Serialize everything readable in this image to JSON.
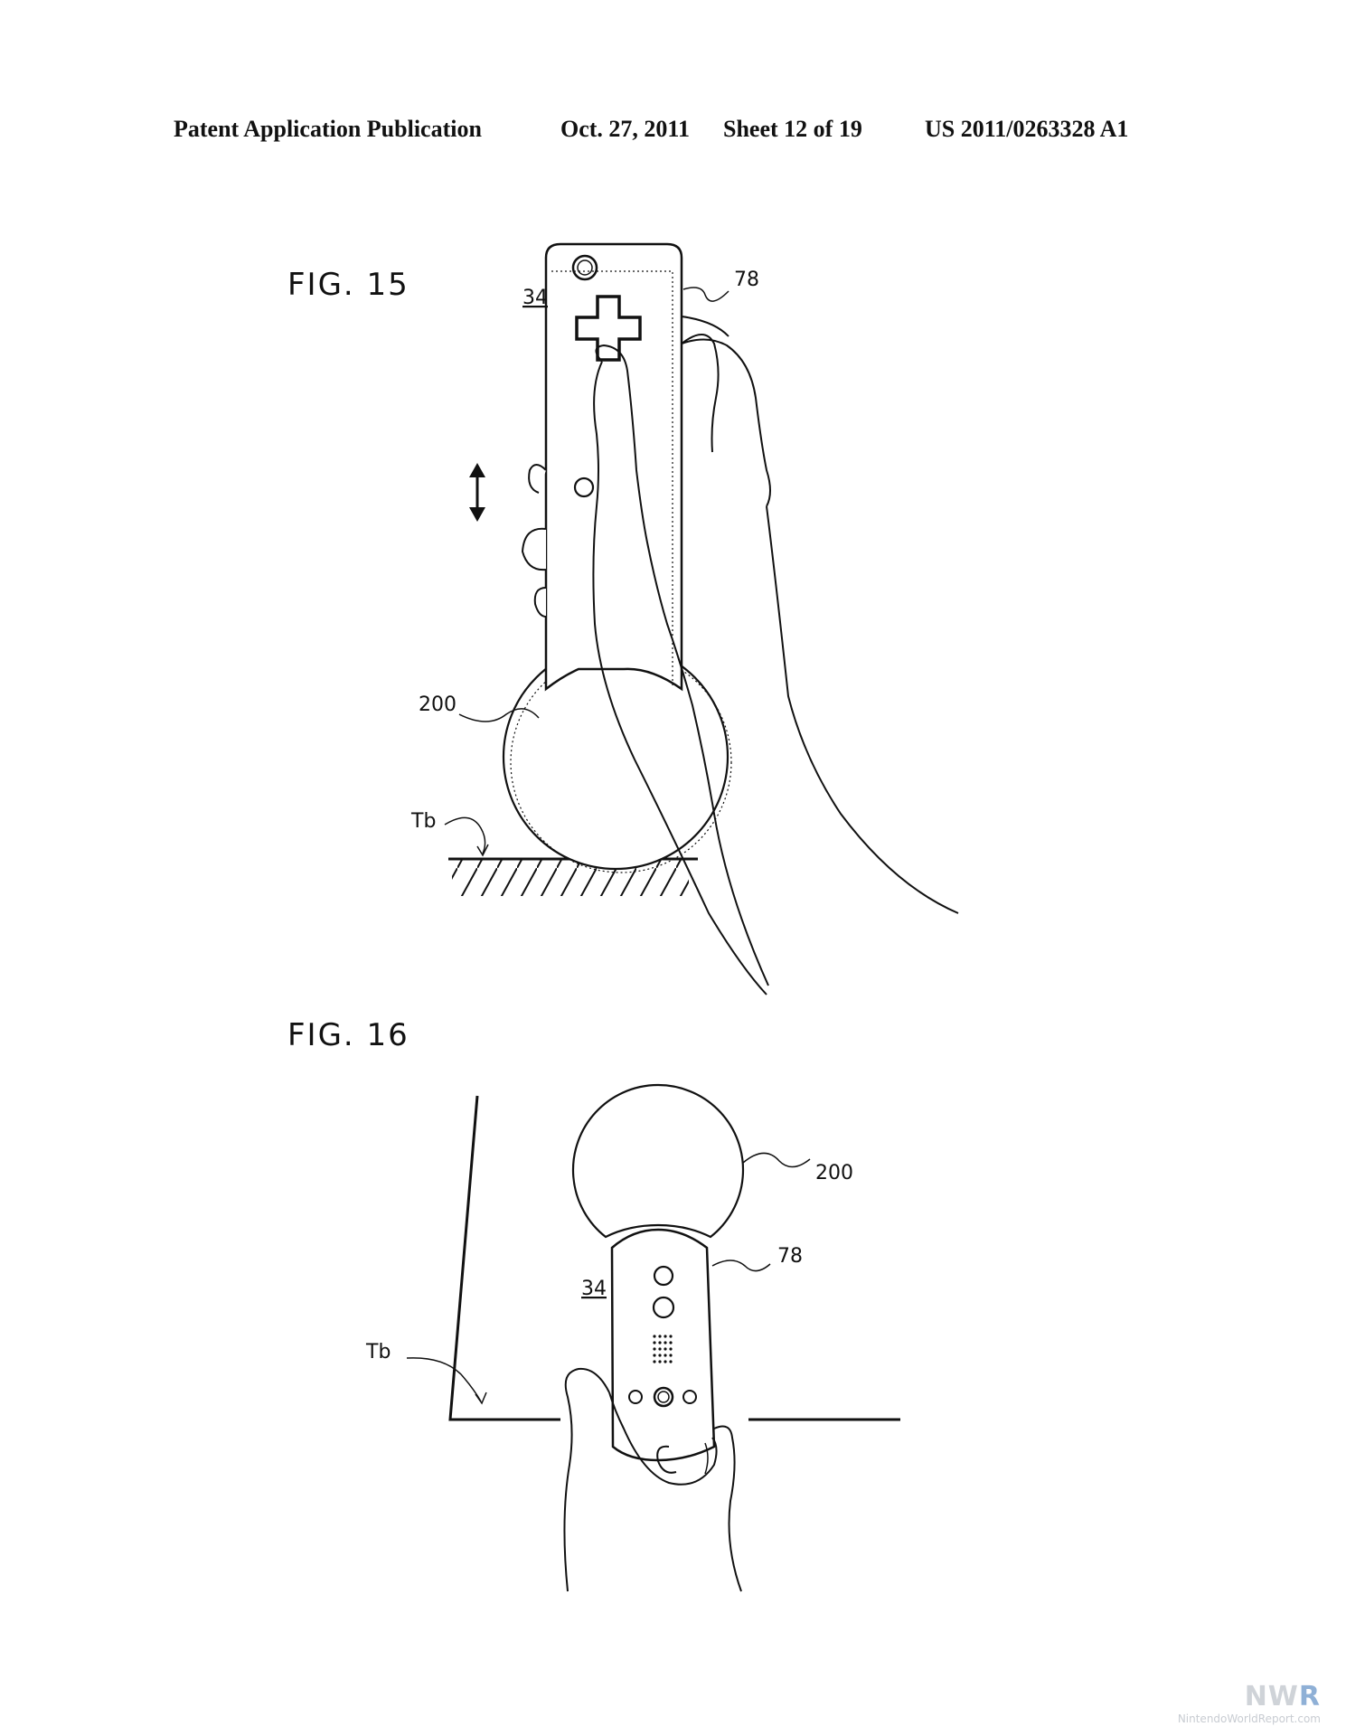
{
  "header": {
    "publication": "Patent Application Publication",
    "date": "Oct. 27, 2011",
    "sheet": "Sheet 12 of 19",
    "number": "US 2011/0263328 A1"
  },
  "figure15": {
    "title": "FIG. 15",
    "label_controller": "34",
    "label_grip": "78",
    "label_ball": "200",
    "label_table": "Tb"
  },
  "figure16": {
    "title": "FIG. 16",
    "label_controller": "34",
    "label_grip": "78",
    "label_ball": "200",
    "label_table": "Tb"
  },
  "watermark": {
    "logo_prefix": "NW",
    "logo_suffix": "R",
    "site": "NintendoWorldReport.com"
  }
}
